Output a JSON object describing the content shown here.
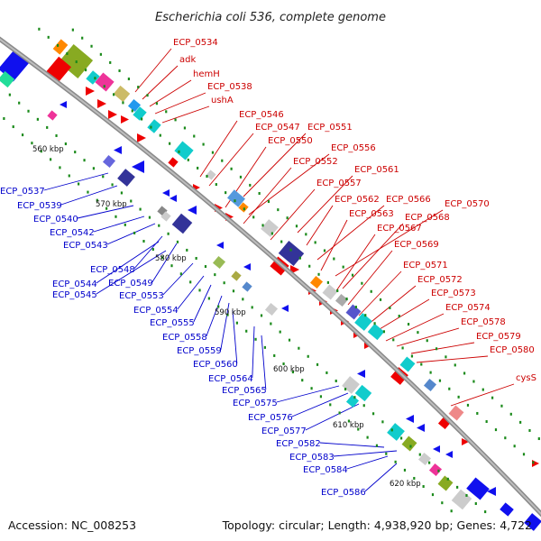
{
  "title": "Escherichia coli 536, complete genome",
  "footer": {
    "accession": "Accession: NC_008253",
    "topology": "Topology: circular; Length: 4,938,920 bp; Genes: 4,722"
  },
  "colors": {
    "forward_label": "#cc0000",
    "reverse_label": "#0000cc",
    "backbone": "#8a8a8a",
    "tick": "#1a8a1a"
  },
  "ticks": [
    {
      "label": "560 kbp"
    },
    {
      "label": "570 kbp"
    },
    {
      "label": "580 kbp"
    },
    {
      "label": "590 kbp"
    },
    {
      "label": "600 kbp"
    },
    {
      "label": "610 kbp"
    },
    {
      "label": "620 kbp"
    }
  ],
  "forward_labels": [
    "ECP_0534",
    "adk",
    "hemH",
    "ECP_0538",
    "ushA",
    "ECP_0546",
    "ECP_0547",
    "ECP_0551",
    "ECP_0550",
    "ECP_0556",
    "ECP_0552",
    "ECP_0561",
    "ECP_0557",
    "ECP_0562",
    "ECP_0566",
    "ECP_0570",
    "ECP_0563",
    "ECP_0568",
    "ECP_0567",
    "ECP_0569",
    "ECP_0571",
    "ECP_0572",
    "ECP_0573",
    "ECP_0574",
    "ECP_0578",
    "ECP_0579",
    "ECP_0580",
    "cysS"
  ],
  "reverse_labels": [
    "ECP_0537",
    "ECP_0539",
    "ECP_0540",
    "ECP_0542",
    "ECP_0543",
    "ECP_0548",
    "ECP_0544",
    "ECP_0549",
    "ECP_0545",
    "ECP_0553",
    "ECP_0554",
    "ECP_0555",
    "ECP_0558",
    "ECP_0559",
    "ECP_0560",
    "ECP_0564",
    "ECP_0565",
    "ECP_0575",
    "ECP_0576",
    "ECP_0577",
    "ECP_0582",
    "ECP_0583",
    "ECP_0584",
    "ECP_0586"
  ]
}
